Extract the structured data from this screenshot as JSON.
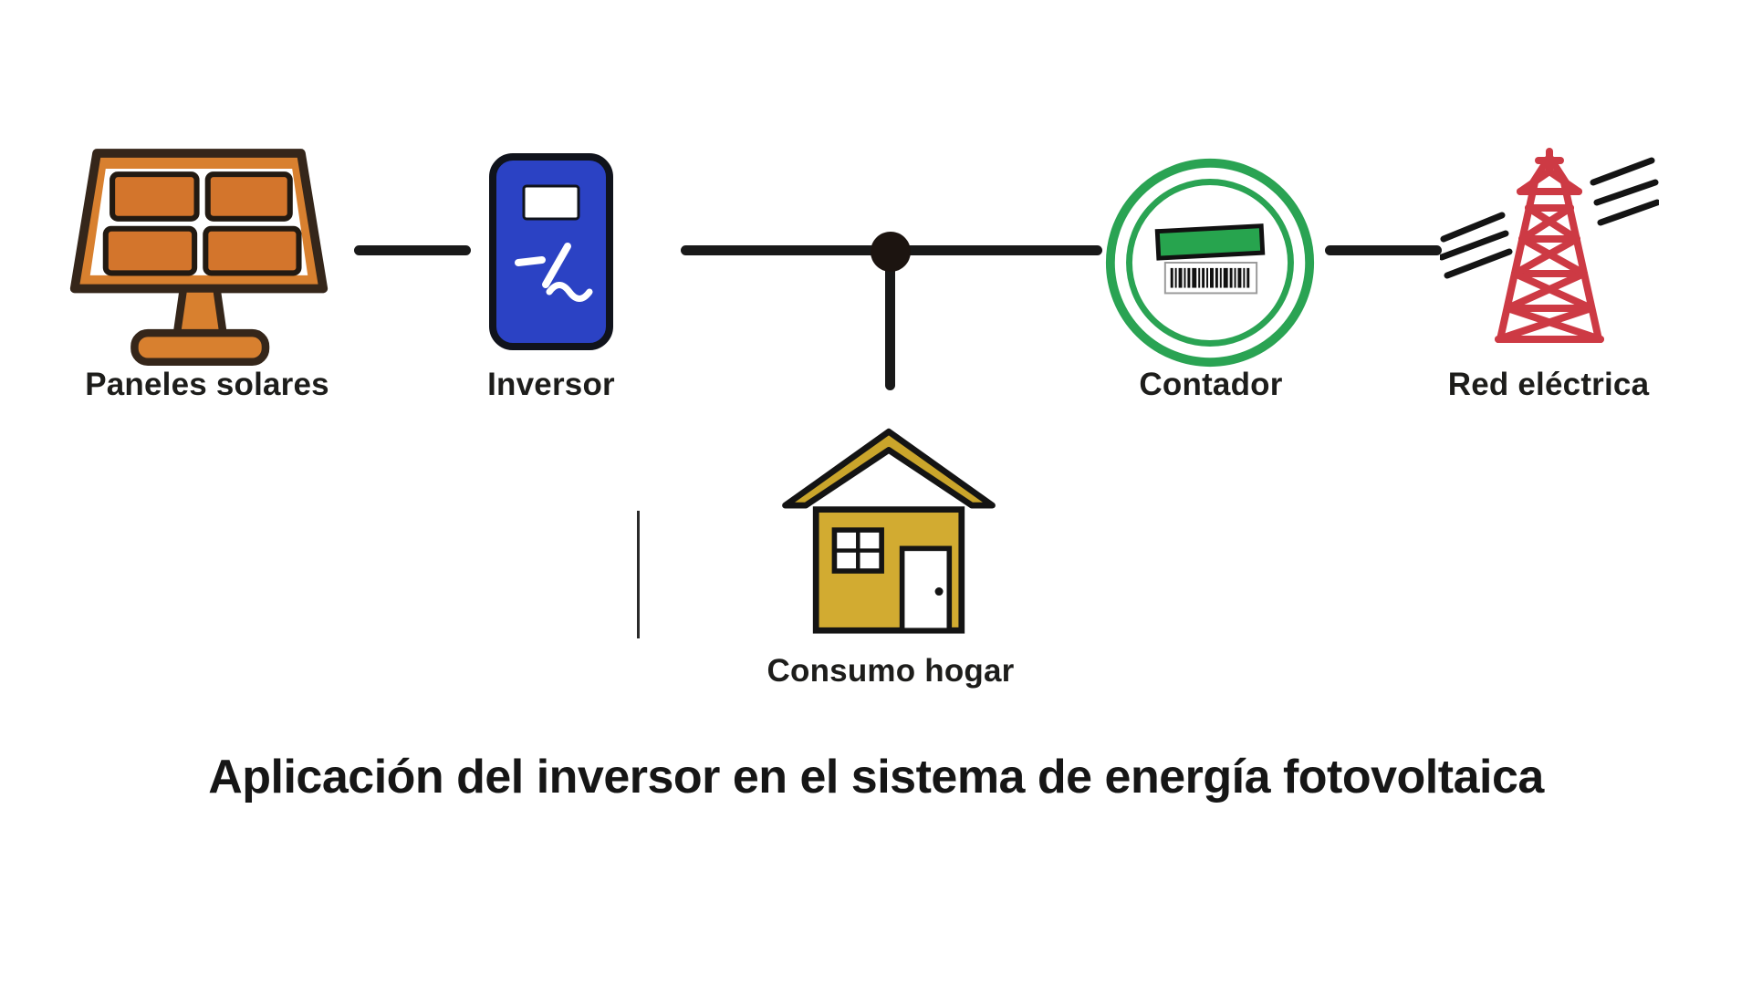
{
  "title": "Aplicación del inversor en el sistema de energía fotovoltaica",
  "nodes": {
    "panels": {
      "label": "Paneles solares"
    },
    "inverter": {
      "label": "Inversor"
    },
    "meter": {
      "label": "Contador"
    },
    "grid": {
      "label": "Red eléctrica"
    },
    "home": {
      "label": "Consumo hogar"
    }
  },
  "icons": {
    "panels": "solar-panel-icon",
    "inverter": "inverter-icon",
    "meter": "energy-meter-icon",
    "grid": "power-tower-icon",
    "home": "house-icon",
    "junction": "junction-dot"
  },
  "colors": {
    "panel_orange": "#d8802f",
    "inverter_blue": "#2b42c4",
    "meter_green": "#2aa353",
    "house_yellow": "#d2ab31",
    "grid_red": "#cd3a44",
    "wire_black": "#191919",
    "text": "#1d1d1b"
  }
}
